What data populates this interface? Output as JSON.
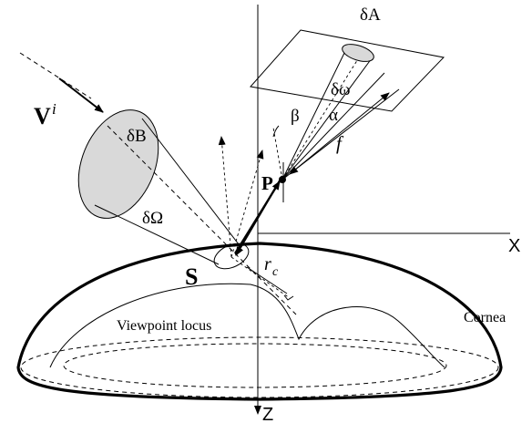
{
  "labels": {
    "incident_symbol": "V",
    "incident_superscript": "i",
    "source_area": "δB",
    "solid_angle": "δΩ",
    "image_area": "δA",
    "pixel_solid_angle": "δω",
    "alpha": "α",
    "beta": "β",
    "focal_length": "f",
    "viewpoint": "P",
    "surface_normal": "S",
    "radius": "r",
    "radius_subscript": "c",
    "x_axis": "X",
    "z_axis": "Z",
    "cornea": "Cornea",
    "viewpoint_locus": "Viewpoint locus"
  },
  "colors": {
    "ink": "#000000",
    "source_fill": "#d9d9d9",
    "background": "#ffffff"
  }
}
